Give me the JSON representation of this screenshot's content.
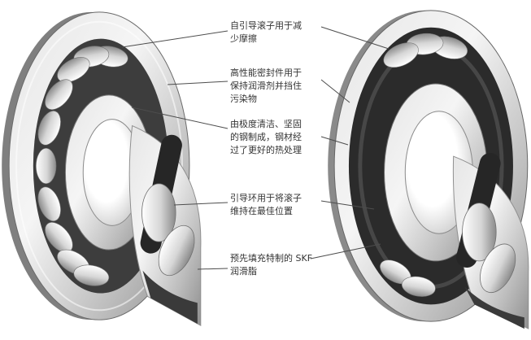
{
  "colors": {
    "background": "#ffffff",
    "text": "#333333",
    "leader_line": "#4d4d4d",
    "cut_surface_dark": "#2b2b2b",
    "metal_light": "#f4f4f4",
    "metal_mid": "#bdbdbd",
    "metal_dark": "#8a8a8a"
  },
  "annotations": [
    {
      "id": "self-guiding-rollers",
      "text": "自引导滚子用于减\n少摩擦"
    },
    {
      "id": "high-performance-seals",
      "text": "高性能密封件用于\n保持润滑剂并挡住\n污染物"
    },
    {
      "id": "clean-steel",
      "text": "由极度清洁、坚固\n的钢制成，钢材经\n过了更好的热处理"
    },
    {
      "id": "guide-ring",
      "text": "引导环用于将滚子\n维持在最佳位置"
    },
    {
      "id": "skf-grease",
      "text": "预先填充特制的 SKF\n润滑脂"
    }
  ],
  "figures": [
    {
      "id": "left-bearing",
      "name": "spherical-roller-bearing-front-view"
    },
    {
      "id": "right-bearing",
      "name": "spherical-roller-bearing-sectioned-view"
    }
  ]
}
